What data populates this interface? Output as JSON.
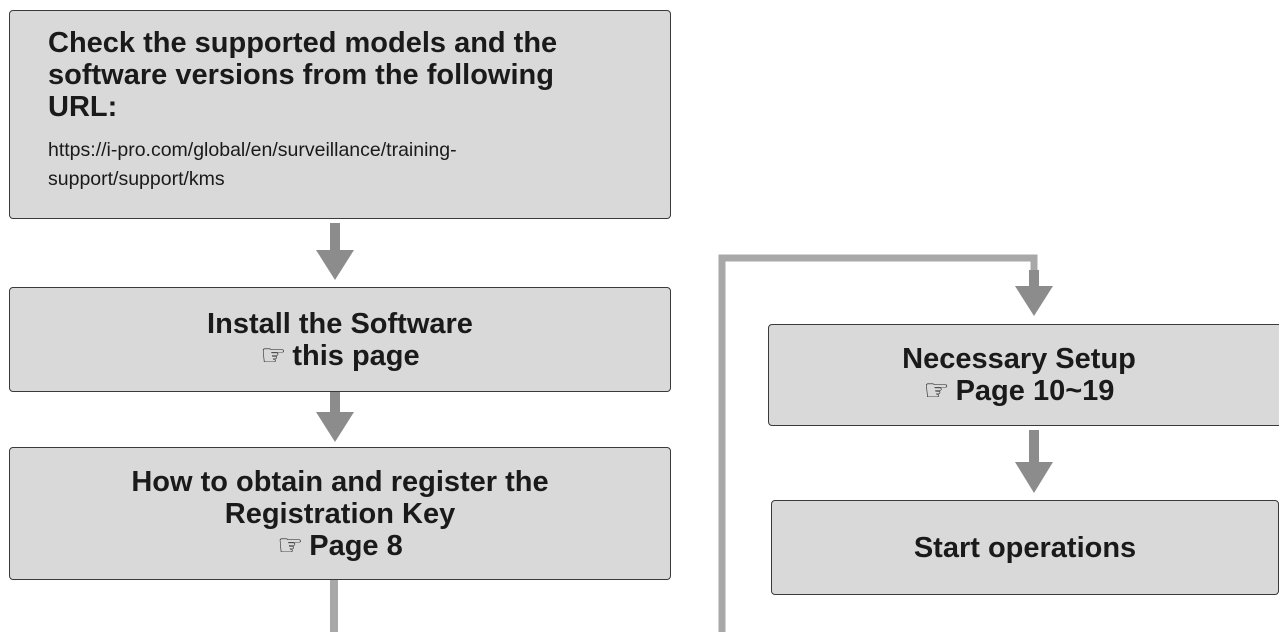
{
  "steps": {
    "check": {
      "heading": "Check the supported models and the software versions from the following URL:",
      "url": "https://i-pro.com/global/en/surveillance/training-support/support/kms"
    },
    "install": {
      "title": "Install the Software",
      "ref_icon": "☞",
      "ref": "this page"
    },
    "register": {
      "title_line1": "How to obtain and register the",
      "title_line2": "Registration Key",
      "ref_icon": "☞",
      "ref": "Page 8"
    },
    "setup": {
      "title": "Necessary Setup",
      "ref_icon": "☞",
      "ref": "Page 10~19"
    },
    "start": {
      "title": "Start operations"
    }
  },
  "colors": {
    "box_fill": "#d9d9d9",
    "box_border": "#3a3a3a",
    "connector": "#a8a8a8",
    "arrow": "#8c8c8c"
  },
  "icons": {
    "reference": "pointing-hand-icon",
    "connector_arrow": "down-arrow-icon"
  }
}
